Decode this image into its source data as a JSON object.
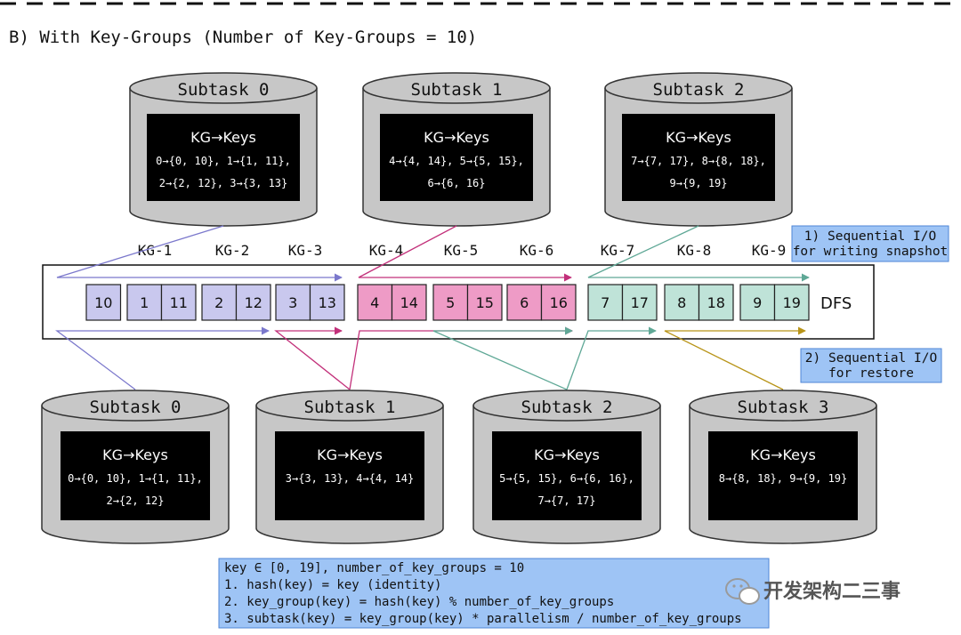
{
  "title": "B) With Key-Groups (Number of Key-Groups = 10)",
  "map_header": "KG→Keys",
  "top_subtasks": [
    {
      "label": "Subtask 0",
      "lines": [
        "0→{0, 10}, 1→{1, 11},",
        "2→{2, 12}, 3→{3, 13}"
      ]
    },
    {
      "label": "Subtask 1",
      "lines": [
        "4→{4, 14}, 5→{5, 15},",
        "6→{6, 16}"
      ]
    },
    {
      "label": "Subtask 2",
      "lines": [
        "7→{7, 17}, 8→{8, 18},",
        "9→{9, 19}"
      ]
    }
  ],
  "bottom_subtasks": [
    {
      "label": "Subtask 0",
      "lines": [
        "0→{0, 10}, 1→{1, 11},",
        "2→{2, 12}"
      ]
    },
    {
      "label": "Subtask 1",
      "lines": [
        "3→{3, 13}, 4→{4, 14}"
      ]
    },
    {
      "label": "Subtask 2",
      "lines": [
        "5→{5, 15}, 6→{6, 16},",
        "7→{7, 17}"
      ]
    },
    {
      "label": "Subtask 3",
      "lines": [
        "8→{8, 18}, 9→{9, 19}"
      ]
    }
  ],
  "kg_labels": [
    "KG-1",
    "KG-2",
    "KG-3",
    "KG-4",
    "KG-5",
    "KG-6",
    "KG-7",
    "KG-8",
    "KG-9"
  ],
  "dfs_groups": [
    {
      "cells": [
        "10"
      ],
      "color": "purple"
    },
    {
      "cells": [
        "1",
        "11"
      ],
      "color": "purple"
    },
    {
      "cells": [
        "2",
        "12"
      ],
      "color": "purple"
    },
    {
      "cells": [
        "3",
        "13"
      ],
      "color": "purple"
    },
    {
      "cells": [
        "4",
        "14"
      ],
      "color": "pink"
    },
    {
      "cells": [
        "5",
        "15"
      ],
      "color": "pink"
    },
    {
      "cells": [
        "6",
        "16"
      ],
      "color": "pink"
    },
    {
      "cells": [
        "7",
        "17"
      ],
      "color": "teal"
    },
    {
      "cells": [
        "8",
        "18"
      ],
      "color": "teal"
    },
    {
      "cells": [
        "9",
        "19"
      ],
      "color": "teal"
    }
  ],
  "dfs_label": "DFS",
  "callout_write": [
    "1) Sequential I/O",
    "for writing snapshot"
  ],
  "callout_restore": [
    "2) Sequential I/O",
    "for restore"
  ],
  "formula_lines": [
    "key ∈ [0, 19], number_of_key_groups = 10",
    "1. hash(key) = key (identity)",
    "2. key_group(key) = hash(key) % number_of_key_groups",
    "3. subtask(key) = key_group(key) * parallelism / number_of_key_groups"
  ],
  "watermark": "开发架构二三事",
  "colors": {
    "purple_fill": "#c9c8ee",
    "purple_line": "#7b78cc",
    "pink_fill": "#ee9bc6",
    "pink_line": "#c2307a",
    "teal_fill": "#bfe3d8",
    "teal_line": "#5fa896",
    "gold_line": "#b89418",
    "callout_fill": "#9ec4f5",
    "callout_border": "#4f86d6",
    "formula_fill": "#9ec4f5",
    "cylinder_fill": "#c7c7c7"
  }
}
